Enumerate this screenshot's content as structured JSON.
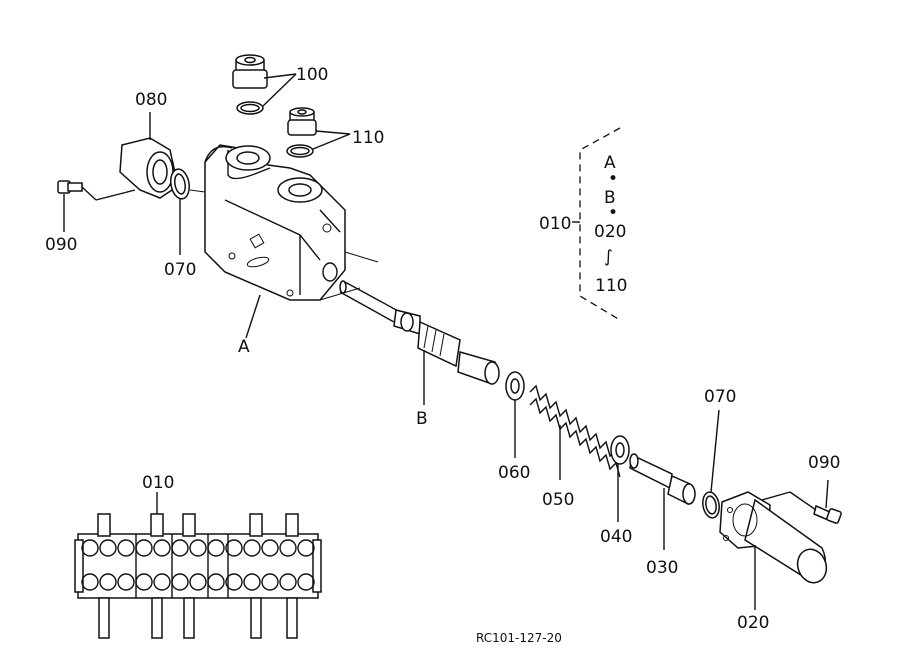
{
  "callouts": {
    "c100": "100",
    "c110": "110",
    "c080": "080",
    "c090_left": "090",
    "c070_left": "070",
    "cA": "A",
    "cB": "B",
    "c060": "060",
    "c050": "050",
    "c040": "040",
    "c030": "030",
    "c020": "020",
    "c070_right": "070",
    "c090_right": "090",
    "c010_bottom": "010"
  },
  "legend": {
    "label": "010",
    "items": [
      "A",
      "B",
      "020",
      "110"
    ],
    "separators": [
      "•",
      "•",
      "∫"
    ]
  },
  "reference_code": "RC101-127-20"
}
